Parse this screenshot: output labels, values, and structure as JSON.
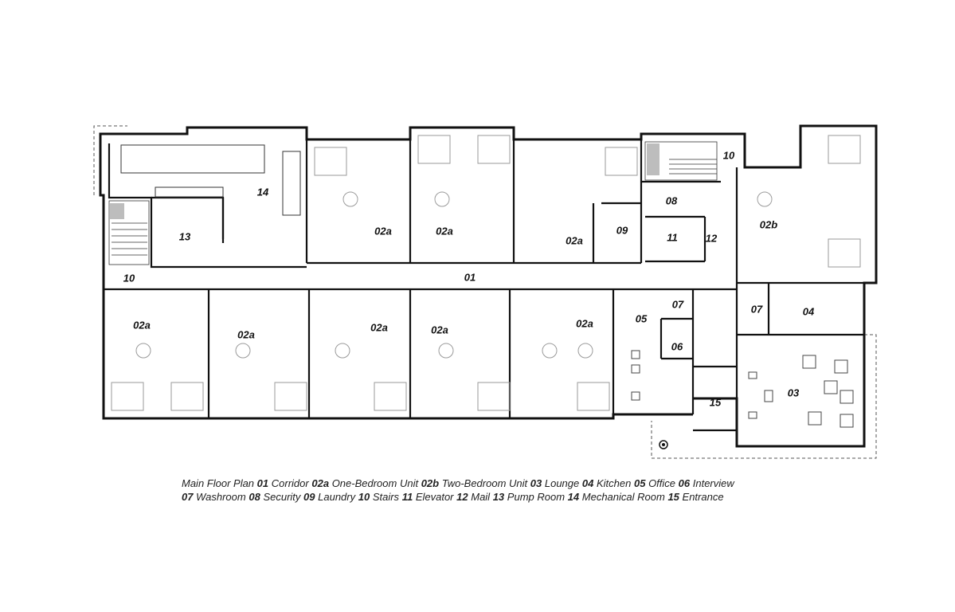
{
  "rooms": [
    {
      "code": "14"
    },
    {
      "code": "13"
    },
    {
      "code": "10"
    },
    {
      "code": "10"
    },
    {
      "code": "02a"
    },
    {
      "code": "02a"
    },
    {
      "code": "02a"
    },
    {
      "code": "09"
    },
    {
      "code": "08"
    },
    {
      "code": "11"
    },
    {
      "code": "12"
    },
    {
      "code": "02b"
    },
    {
      "code": "01"
    },
    {
      "code": "02a"
    },
    {
      "code": "02a"
    },
    {
      "code": "02a"
    },
    {
      "code": "02a"
    },
    {
      "code": "02a"
    },
    {
      "code": "05"
    },
    {
      "code": "07"
    },
    {
      "code": "06"
    },
    {
      "code": "07"
    },
    {
      "code": "04"
    },
    {
      "code": "03"
    },
    {
      "code": "15"
    }
  ],
  "legend": {
    "line1": [
      {
        "code": "",
        "name": "Main Floor Plan"
      },
      {
        "code": "01",
        "name": "Corridor"
      },
      {
        "code": "02a",
        "name": "One-Bedroom Unit"
      },
      {
        "code": "02b",
        "name": "Two-Bedroom Unit"
      },
      {
        "code": "03",
        "name": "Lounge"
      },
      {
        "code": "04",
        "name": "Kitchen"
      },
      {
        "code": "05",
        "name": "Office"
      },
      {
        "code": "06",
        "name": "Interview"
      }
    ],
    "line2": [
      {
        "code": "07",
        "name": "Washroom"
      },
      {
        "code": "08",
        "name": "Security"
      },
      {
        "code": "09",
        "name": "Laundry"
      },
      {
        "code": "10",
        "name": "Stairs"
      },
      {
        "code": "11",
        "name": "Elevator"
      },
      {
        "code": "12",
        "name": "Mail"
      },
      {
        "code": "13",
        "name": "Pump Room"
      },
      {
        "code": "14",
        "name": "Mechanical Room"
      },
      {
        "code": "15",
        "name": "Entrance"
      }
    ]
  },
  "colors": {
    "wall": "#111111",
    "furniture": "#9a9a9a",
    "fill": "#bdbdbd"
  }
}
